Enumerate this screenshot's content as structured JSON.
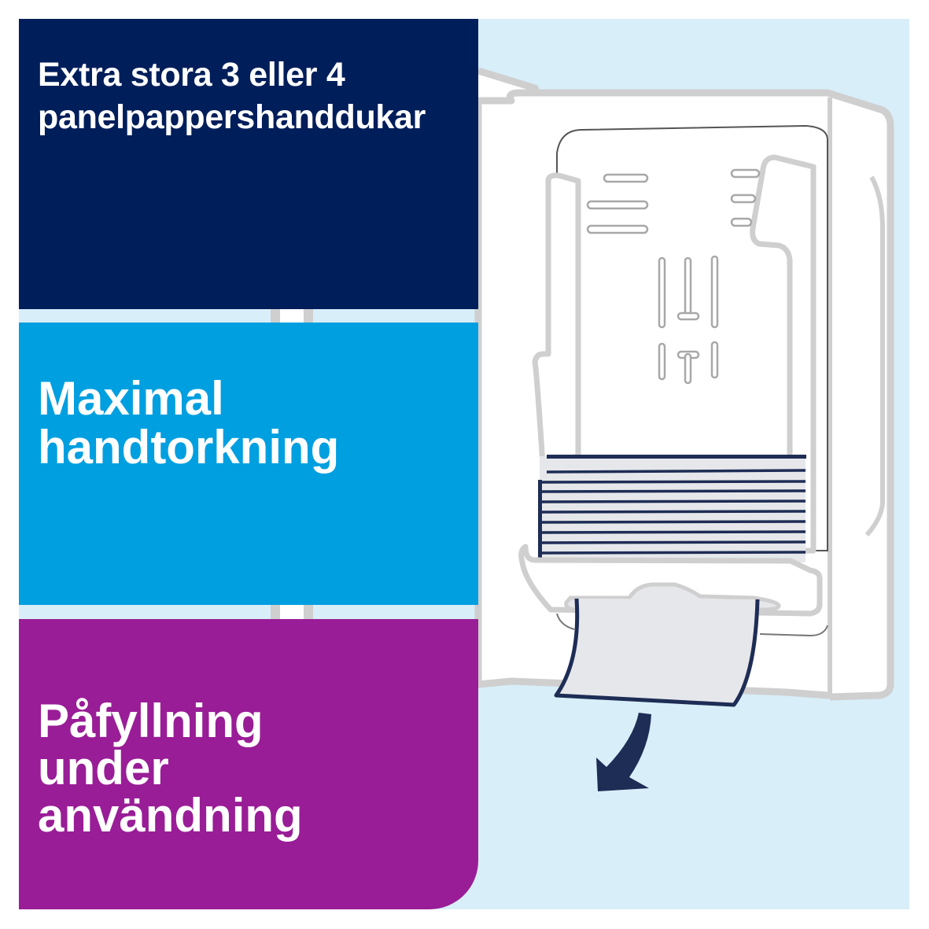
{
  "colors": {
    "navy": "#001e5a",
    "cyan": "#009fe0",
    "purple": "#991d96",
    "background": "#d8eef9",
    "outline_gray": "#cfcfcf",
    "arrow": "#1e2d55"
  },
  "features": [
    {
      "lines": [
        "Extra stora 3 eller 4",
        "panelpappershanddukar"
      ]
    },
    {
      "lines": [
        "Maximal",
        "handtorkning"
      ]
    },
    {
      "lines": [
        "Påfyllning",
        "under",
        "användning"
      ]
    }
  ],
  "illustration": {
    "subject": "paper-towel-dispenser",
    "stack_lines": 9,
    "arrow_direction": "down-left"
  }
}
